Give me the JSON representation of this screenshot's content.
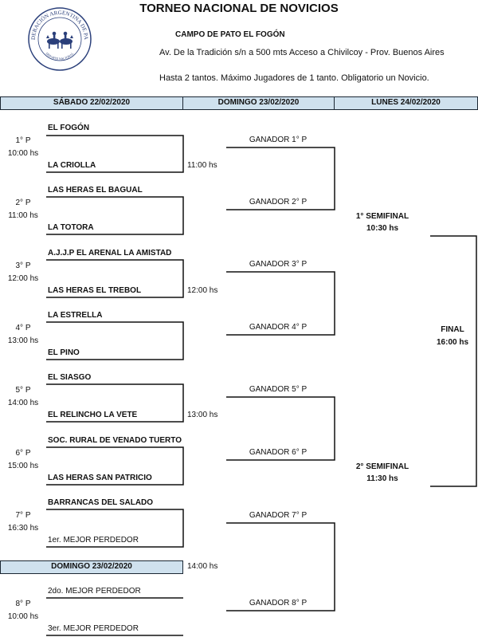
{
  "header": {
    "title": "TORNEO NACIONAL DE NOVICIOS",
    "venue": "CAMPO DE PATO EL FOGÓN",
    "address": "Av. De la Tradición s/n a 500 mts Acceso a Chivilcoy - Prov. Buenos Aires",
    "rules": "Hasta 2 tantos. Máximo Jugadores de 1 tanto. Obligatorio un Novicio."
  },
  "logo": {
    "text_top": "FEDERACIÓN ARGENTINA DE PATO",
    "text_bottom": "DEPORTE NACIONAL"
  },
  "days": {
    "saturday": "SÁBADO 22/02/2020",
    "sunday": "DOMINGO 23/02/2020",
    "monday": "LUNES 24/02/2020",
    "sunday_second": "DOMINGO 23/02/2020"
  },
  "matches": [
    {
      "num": "1° P",
      "time": "10:00 hs",
      "team_a": "EL FOGÓN",
      "team_b": "LA CRIOLLA",
      "winner": "GANADOR 1° P"
    },
    {
      "num": "2° P",
      "time": "11:00 hs",
      "team_a": "LAS HERAS EL BAGUAL",
      "team_b": "LA TOTORA",
      "winner": "GANADOR 2° P"
    },
    {
      "num": "3° P",
      "time": "12:00 hs",
      "team_a": "A.J.J.P EL ARENAL LA AMISTAD",
      "team_b": "LAS HERAS EL TREBOL",
      "winner": "GANADOR 3° P"
    },
    {
      "num": "4° P",
      "time": "13:00 hs",
      "team_a": "LA ESTRELLA",
      "team_b": "EL PINO",
      "winner": "GANADOR 4° P"
    },
    {
      "num": "5° P",
      "time": "14:00 hs",
      "team_a": "EL SIASGO",
      "team_b": "EL RELINCHO LA VETE",
      "winner": "GANADOR 5° P"
    },
    {
      "num": "6° P",
      "time": "15:00 hs",
      "team_a": "SOC. RURAL DE VENADO TUERTO",
      "team_b": "LAS HERAS SAN PATRICIO",
      "winner": "GANADOR 6° P"
    },
    {
      "num": "7° P",
      "time": "16:30 hs",
      "team_a": "BARRANCAS DEL SALADO",
      "team_b": "1er. MEJOR PERDEDOR",
      "winner": "GANADOR 7° P"
    },
    {
      "num": "8° P",
      "time": "10:00 hs",
      "team_a": "2do. MEJOR PERDEDOR",
      "team_b": "3er. MEJOR PERDEDOR",
      "winner": "GANADOR 8° P"
    }
  ],
  "round2_times": [
    "11:00 hs",
    "12:00 hs",
    "13:00 hs",
    "14:00 hs"
  ],
  "semifinals": [
    {
      "label": "1° SEMIFINAL",
      "time": "10:30 hs"
    },
    {
      "label": "2° SEMIFINAL",
      "time": "11:30 hs"
    }
  ],
  "final": {
    "label": "FINAL",
    "time": "16:00 hs"
  }
}
